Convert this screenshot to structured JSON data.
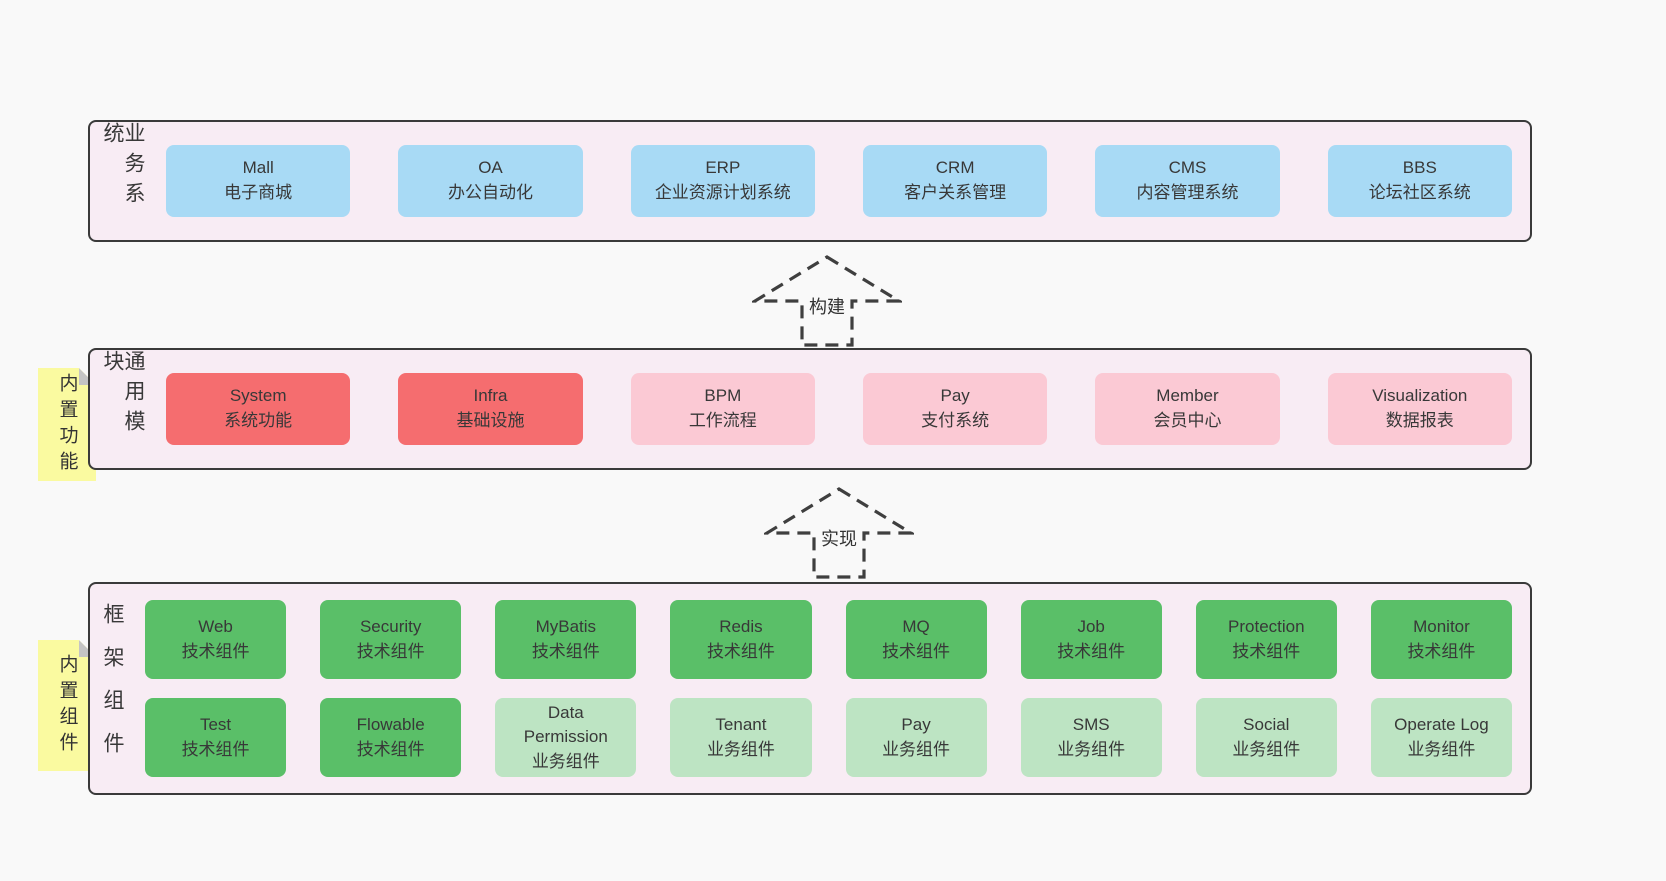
{
  "palette": {
    "page_bg": "#f9f9f9",
    "panel_bg": "#f8ecf4",
    "panel_border": "#3a3a3a",
    "blue": "#a8daf5",
    "red": "#f56d6f",
    "pink": "#fbc9d4",
    "green": "#5abf68",
    "light_green": "#bde4c3",
    "note_yellow": "#fafaa0",
    "note_fold_gray": "#c4c4c4",
    "text": "#383838"
  },
  "notes": [
    {
      "text": "内置功能"
    },
    {
      "text": "内置组件"
    }
  ],
  "arrows": [
    {
      "label": "构建"
    },
    {
      "label": "实现"
    }
  ],
  "layers": [
    {
      "label": "业务系统",
      "boxes": [
        {
          "title": "Mall",
          "subtitle": "电子商城",
          "variant": "blue"
        },
        {
          "title": "OA",
          "subtitle": "办公自动化",
          "variant": "blue"
        },
        {
          "title": "ERP",
          "subtitle": "企业资源计划系统",
          "variant": "blue"
        },
        {
          "title": "CRM",
          "subtitle": "客户关系管理",
          "variant": "blue"
        },
        {
          "title": "CMS",
          "subtitle": "内容管理系统",
          "variant": "blue"
        },
        {
          "title": "BBS",
          "subtitle": "论坛社区系统",
          "variant": "blue"
        }
      ]
    },
    {
      "label": "通用模块",
      "boxes": [
        {
          "title": "System",
          "subtitle": "系统功能",
          "variant": "red"
        },
        {
          "title": "Infra",
          "subtitle": "基础设施",
          "variant": "red"
        },
        {
          "title": "BPM",
          "subtitle": "工作流程",
          "variant": "pink"
        },
        {
          "title": "Pay",
          "subtitle": "支付系统",
          "variant": "pink"
        },
        {
          "title": "Member",
          "subtitle": "会员中心",
          "variant": "pink"
        },
        {
          "title": "Visualization",
          "subtitle": "数据报表",
          "variant": "pink"
        }
      ]
    },
    {
      "label": "框架组件",
      "rows": [
        [
          {
            "title": "Web",
            "subtitle": "技术组件",
            "variant": "green"
          },
          {
            "title": "Security",
            "subtitle": "技术组件",
            "variant": "green"
          },
          {
            "title": "MyBatis",
            "subtitle": "技术组件",
            "variant": "green"
          },
          {
            "title": "Redis",
            "subtitle": "技术组件",
            "variant": "green"
          },
          {
            "title": "MQ",
            "subtitle": "技术组件",
            "variant": "green"
          },
          {
            "title": "Job",
            "subtitle": "技术组件",
            "variant": "green"
          },
          {
            "title": "Protection",
            "subtitle": "技术组件",
            "variant": "green"
          },
          {
            "title": "Monitor",
            "subtitle": "技术组件",
            "variant": "green"
          }
        ],
        [
          {
            "title": "Test",
            "subtitle": "技术组件",
            "variant": "green"
          },
          {
            "title": "Flowable",
            "subtitle": "技术组件",
            "variant": "green"
          },
          {
            "title": "Data Permission",
            "subtitle": "业务组件",
            "variant": "light-green"
          },
          {
            "title": "Tenant",
            "subtitle": "业务组件",
            "variant": "light-green"
          },
          {
            "title": "Pay",
            "subtitle": "业务组件",
            "variant": "light-green"
          },
          {
            "title": "SMS",
            "subtitle": "业务组件",
            "variant": "light-green"
          },
          {
            "title": "Social",
            "subtitle": "业务组件",
            "variant": "light-green"
          },
          {
            "title": "Operate Log",
            "subtitle": "业务组件",
            "variant": "light-green"
          }
        ]
      ]
    }
  ]
}
